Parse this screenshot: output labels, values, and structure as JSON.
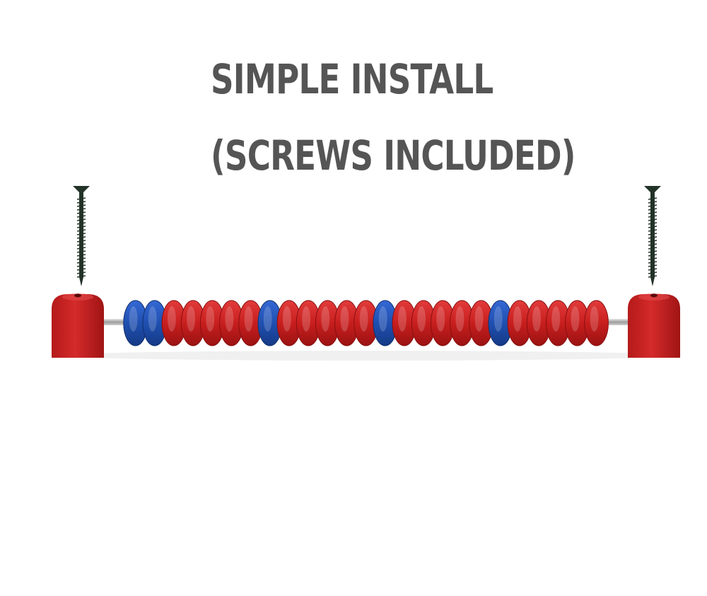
{
  "headline": {
    "line1": "SIMPLE INSTALL",
    "line2": "(SCREWS INCLUDED)"
  },
  "colors": {
    "text": "#555555",
    "red": "#c81e1e",
    "blue": "#1f4fb0",
    "screw": "#233328",
    "rod": "#b8b8b8"
  },
  "product": {
    "ring_colors": [
      "blue",
      "blue",
      "red",
      "red",
      "red",
      "red",
      "red",
      "blue",
      "red",
      "red",
      "red",
      "red",
      "red",
      "blue",
      "red",
      "red",
      "red",
      "red",
      "red",
      "blue",
      "red",
      "red",
      "red",
      "red",
      "red"
    ],
    "screws": [
      "left",
      "right"
    ],
    "end_caps": [
      "left",
      "right"
    ]
  }
}
